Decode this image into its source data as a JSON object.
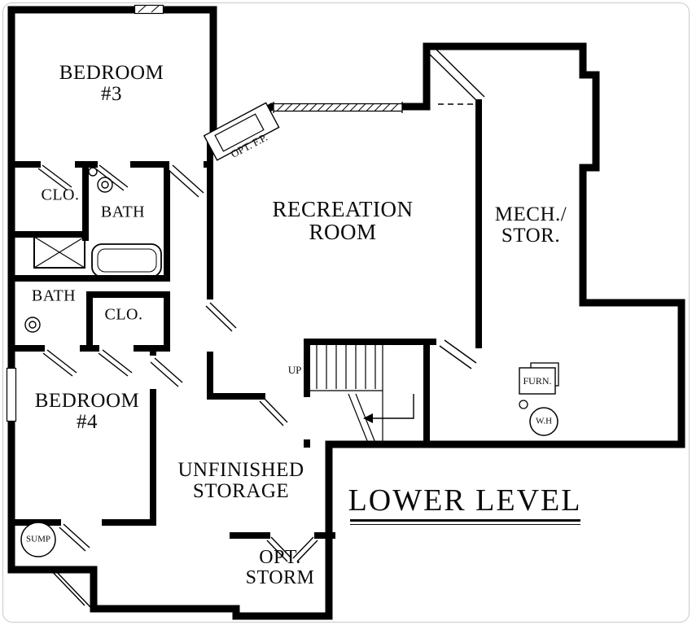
{
  "plan": {
    "title": "LOWER LEVEL",
    "rooms": {
      "bedroom3": {
        "line1": "BEDROOM",
        "line2": "#3"
      },
      "closet_upper": {
        "label": "CLO."
      },
      "bath_upper": {
        "label": "BATH"
      },
      "bath_lower": {
        "label": "BATH"
      },
      "closet_lower": {
        "label": "CLO."
      },
      "bedroom4": {
        "line1": "BEDROOM",
        "line2": "#4"
      },
      "recreation": {
        "line1": "RECREATION",
        "line2": "ROOM"
      },
      "mech_stor": {
        "line1": "MECH./",
        "line2": "STOR."
      },
      "unfinished_storage": {
        "line1": "UNFINISHED",
        "line2": "STORAGE"
      },
      "opt_storm": {
        "line1": "OPT.",
        "line2": "STORM"
      }
    },
    "annotations": {
      "opt_fireplace": "OPT. F.P.",
      "stairs_up": "UP",
      "furnace": "FURN.",
      "water_heater": "W.H",
      "sump": "SUMP"
    },
    "colors": {
      "wall": "#000000",
      "background": "#ffffff",
      "page_border": "#c9c9c9"
    }
  }
}
